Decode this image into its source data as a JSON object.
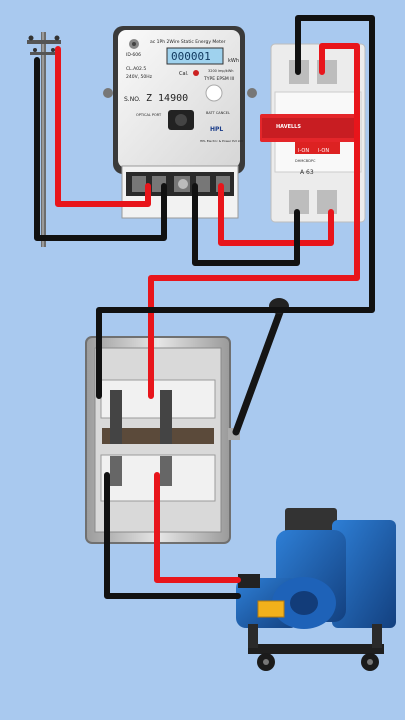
{
  "meter": {
    "title": "ac 1Ph 2Wire Static Energy Meter",
    "model": "ID-606",
    "class": "CL.A02.5",
    "rating": "240V, 50Hz",
    "display": "000001",
    "unit": "kWh",
    "serial_prefix": "S.NO.",
    "serial": "Z 14900",
    "cal": "Cal.",
    "imp": "3200 imp/kWh",
    "type": "TYPE EPSM III",
    "optical": "OPTICAL PORT",
    "button": "BATT CANCEL",
    "brand": "HPL",
    "maker": "HPL Electric & Power Pvt Ltd"
  },
  "mcb": {
    "brand": "HAVELLS",
    "rating": "A 63",
    "model": "DHMCBDPC",
    "on1": "I-ON",
    "on2": "I-ON"
  },
  "colors": {
    "background": "#a9c9ef",
    "live": "#e8151b",
    "neutral": "#111111",
    "mcb": "#e4262a",
    "generator": "#1f63b5"
  },
  "icons": [
    "utility-pole-icon",
    "energy-meter-icon",
    "mcb-icon",
    "changeover-switch-icon",
    "generator-icon"
  ]
}
